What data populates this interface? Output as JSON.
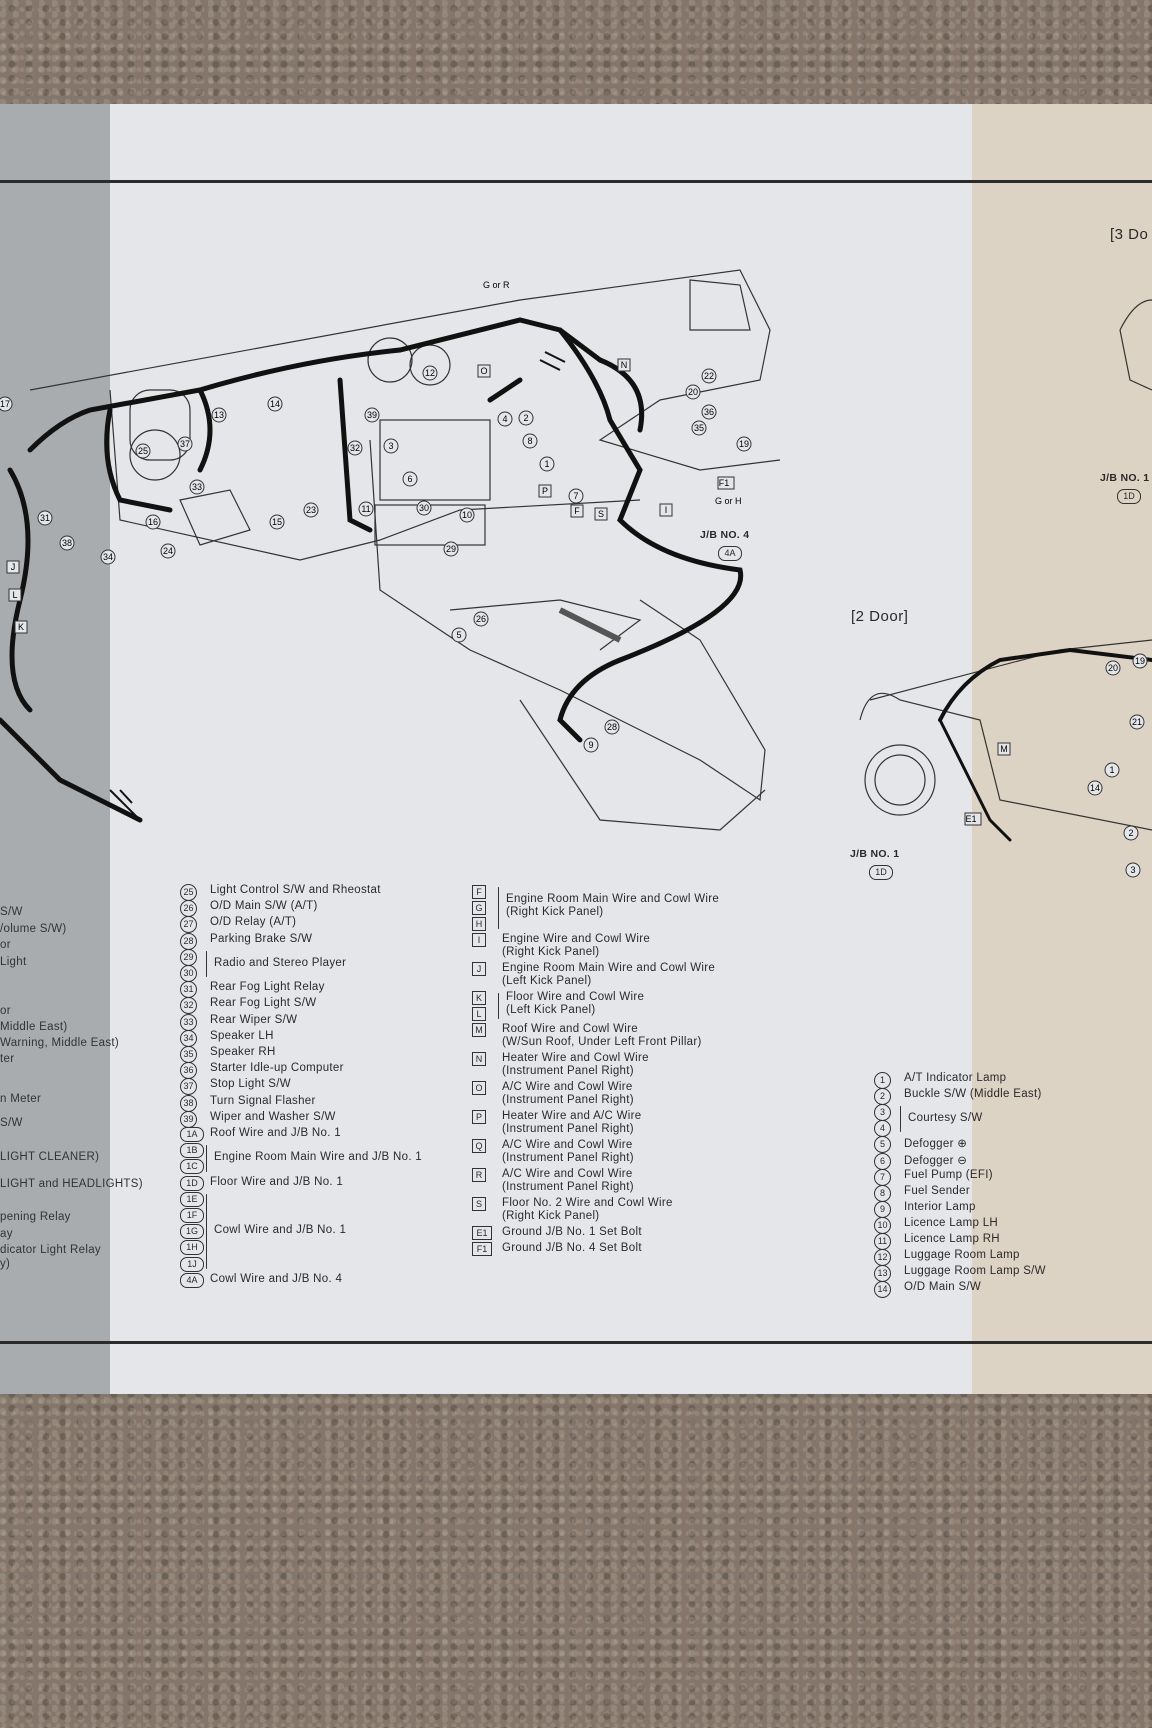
{
  "section_headings": {
    "three_door": "[3 Do",
    "two_door": "[2 Door]"
  },
  "jb_labels": {
    "jb4": {
      "label": "J/B NO. 4",
      "badge": "4A"
    },
    "jb1_two_door": {
      "label": "J/B NO. 1",
      "badge": "1D"
    },
    "jb1_three_door": {
      "label": "J/B NO. 1",
      "badge": "1D"
    }
  },
  "diagram_callouts": [
    "17",
    "25",
    "13",
    "14",
    "37",
    "33",
    "16",
    "38",
    "34",
    "24",
    "15",
    "23",
    "32",
    "39",
    "11",
    "12",
    "3",
    "6",
    "30",
    "10",
    "29",
    "O",
    "N",
    "22",
    "20",
    "36",
    "35",
    "19",
    "4",
    "2",
    "8",
    "1",
    "P",
    "7",
    "F",
    "S",
    "I",
    "F1",
    "G or H",
    "G or R",
    "26",
    "5",
    "28",
    "9",
    "L",
    "K",
    "J",
    "31",
    "E1",
    "M",
    "21",
    "19",
    "14",
    "20",
    "3",
    "1",
    "2"
  ],
  "left_fragments": [
    "S/W",
    "/olume S/W)",
    "or",
    "Light",
    "or",
    "Middle East)",
    "Warning, Middle East)",
    "ter",
    "n Meter",
    "S/W",
    "LIGHT CLEANER)",
    "LIGHT and HEADLIGHTS)",
    "pening Relay",
    "ay",
    "dicator Light Relay",
    "y)"
  ],
  "legend_col1": [
    {
      "id": "25",
      "text": "Light Control S/W and Rheostat"
    },
    {
      "id": "26",
      "text": "O/D Main S/W (A/T)"
    },
    {
      "id": "27",
      "text": "O/D Relay (A/T)"
    },
    {
      "id": "28",
      "text": "Parking Brake S/W"
    },
    {
      "ids": [
        "29",
        "30"
      ],
      "text": "Radio and Stereo Player"
    },
    {
      "id": "31",
      "text": "Rear Fog Light Relay"
    },
    {
      "id": "32",
      "text": "Rear Fog Light S/W"
    },
    {
      "id": "33",
      "text": "Rear Wiper S/W"
    },
    {
      "id": "34",
      "text": "Speaker LH"
    },
    {
      "id": "35",
      "text": "Speaker RH"
    },
    {
      "id": "36",
      "text": "Starter Idle-up Computer"
    },
    {
      "id": "37",
      "text": "Stop Light S/W"
    },
    {
      "id": "38",
      "text": "Turn Signal Flasher"
    },
    {
      "id": "39",
      "text": "Wiper and Washer S/W"
    },
    {
      "id": "1A",
      "text": "Roof Wire and J/B No. 1"
    },
    {
      "ids": [
        "1B",
        "1C"
      ],
      "text": "Engine Room Main Wire and J/B No. 1"
    },
    {
      "id": "1D",
      "text": "Floor Wire and J/B No. 1"
    },
    {
      "ids": [
        "1E",
        "1F",
        "1G",
        "1H",
        "1J"
      ],
      "text": "Cowl Wire and J/B No. 1"
    },
    {
      "id": "4A",
      "text": "Cowl Wire and J/B No. 4"
    }
  ],
  "legend_col2": [
    {
      "ids": [
        "F",
        "G",
        "H"
      ],
      "text": "Engine Room Main Wire and Cowl Wire",
      "sub": "(Right Kick Panel)"
    },
    {
      "id": "I",
      "text": "Engine Wire and Cowl Wire",
      "sub": "(Right Kick Panel)"
    },
    {
      "id": "J",
      "text": "Engine Room Main Wire and Cowl Wire",
      "sub": "(Left Kick Panel)"
    },
    {
      "ids": [
        "K",
        "L"
      ],
      "text": "Floor Wire and Cowl Wire",
      "sub": "(Left Kick Panel)"
    },
    {
      "id": "M",
      "text": "Roof Wire and Cowl Wire",
      "sub": "(W/Sun Roof, Under Left Front Pillar)"
    },
    {
      "id": "N",
      "text": "Heater Wire and Cowl Wire",
      "sub": "(Instrument Panel Right)"
    },
    {
      "id": "O",
      "text": "A/C Wire and Cowl Wire",
      "sub": "(Instrument Panel Right)"
    },
    {
      "id": "P",
      "text": "Heater Wire and A/C Wire",
      "sub": "(Instrument Panel Right)"
    },
    {
      "id": "Q",
      "text": "A/C Wire and Cowl Wire",
      "sub": "(Instrument Panel Right)"
    },
    {
      "id": "R",
      "text": "A/C Wire and Cowl Wire",
      "sub": "(Instrument Panel Right)"
    },
    {
      "id": "S",
      "text": "Floor No. 2 Wire and Cowl Wire",
      "sub": "(Right Kick Panel)"
    },
    {
      "id": "E1",
      "text": "Ground J/B No. 1 Set Bolt"
    },
    {
      "id": "F1",
      "text": "Ground J/B No. 4 Set Bolt"
    }
  ],
  "legend_col3": [
    {
      "id": "1",
      "text": "A/T Indicator Lamp"
    },
    {
      "id": "2",
      "text": "Buckle S/W (Middle East)"
    },
    {
      "ids": [
        "3",
        "4"
      ],
      "text": "Courtesy S/W"
    },
    {
      "id": "5",
      "text": "Defogger ⊕"
    },
    {
      "id": "6",
      "text": "Defogger ⊖"
    },
    {
      "id": "7",
      "text": "Fuel Pump (EFI)"
    },
    {
      "id": "8",
      "text": "Fuel Sender"
    },
    {
      "id": "9",
      "text": "Interior Lamp"
    },
    {
      "id": "10",
      "text": "Licence Lamp LH"
    },
    {
      "id": "11",
      "text": "Licence Lamp RH"
    },
    {
      "id": "12",
      "text": "Luggage Room Lamp"
    },
    {
      "id": "13",
      "text": "Luggage Room Lamp S/W"
    },
    {
      "id": "14",
      "text": "O/D Main S/W"
    }
  ],
  "colors": {
    "paper_mid": "#e4e6e9",
    "paper_right": "#ddd3c4",
    "ink": "#2a2a2a",
    "carpet": "#84766a"
  }
}
